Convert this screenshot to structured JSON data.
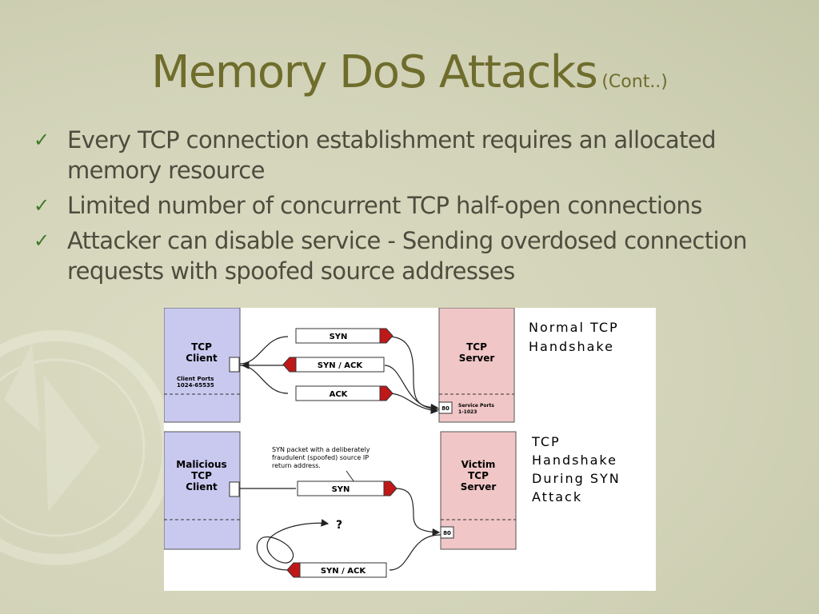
{
  "slide": {
    "title": "Memory DoS Attacks",
    "title_suffix": "(Cont..)",
    "bullets": [
      "Every TCP connection establishment requires an allocated memory resource",
      "Limited number of concurrent TCP half-open connections",
      "Attacker can disable service - Sending overdosed connection requests with spoofed source addresses"
    ]
  },
  "diagram": {
    "normal": {
      "client_title": [
        "TCP",
        "Client"
      ],
      "client_ports": [
        "Client Ports",
        "1024-65535"
      ],
      "server_title": [
        "TCP",
        "Server"
      ],
      "server_port": "80",
      "server_ports": [
        "Service Ports",
        "1-1023"
      ],
      "packets": [
        "SYN",
        "SYN / ACK",
        "ACK"
      ],
      "caption": [
        "Normal TCP",
        "Handshake"
      ]
    },
    "attack": {
      "client_title": [
        "Malicious",
        "TCP",
        "Client"
      ],
      "server_title": [
        "Victim",
        "TCP",
        "Server"
      ],
      "server_port": "80",
      "note": [
        "SYN packet with a deliberately",
        "fraudulent (spoofed) source IP",
        "return address."
      ],
      "packets": [
        "SYN",
        "SYN / ACK"
      ],
      "unknown_mark": "?",
      "caption": [
        "TCP",
        "Handshake",
        "During SYN",
        "Attack"
      ]
    }
  },
  "colors": {
    "title": "#6f6d2c",
    "bullet_text": "#4e4c3e",
    "checkmark": "#3f7a2a",
    "client_box": "#c9c9f0",
    "server_box": "#f0c6c6",
    "packet_arrow": "#c01818"
  }
}
